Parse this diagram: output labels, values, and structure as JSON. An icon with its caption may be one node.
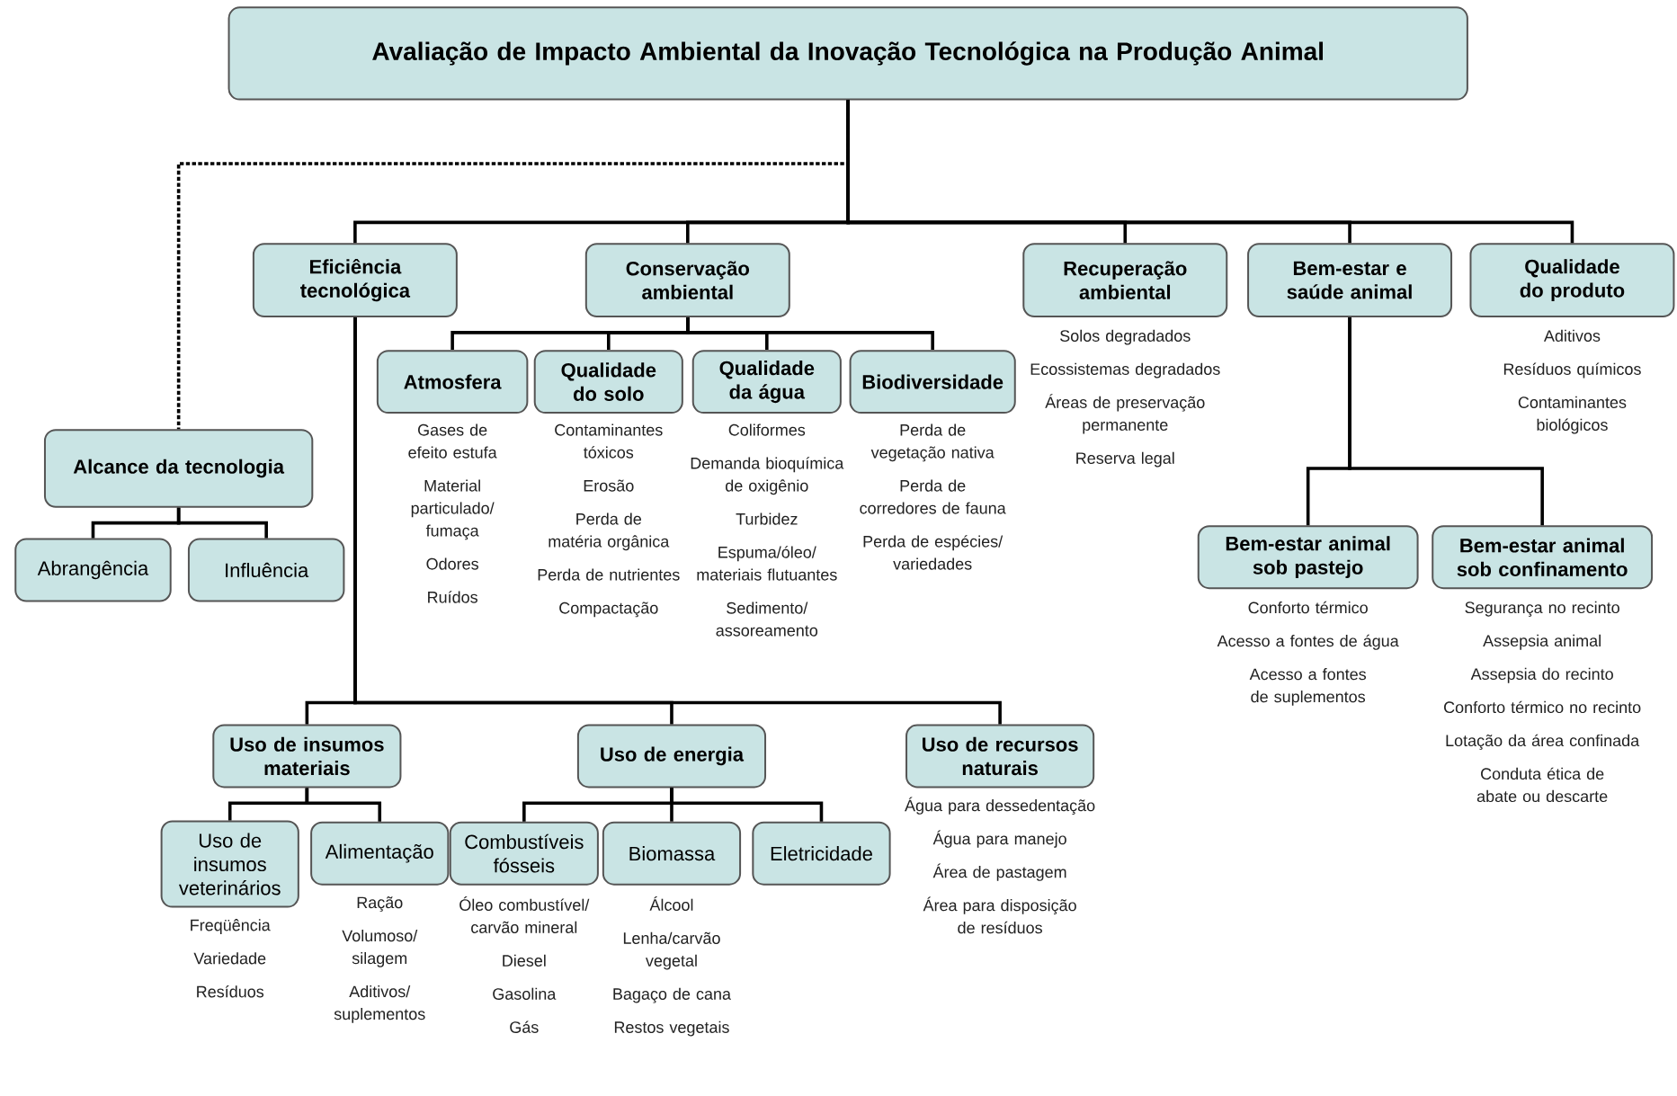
{
  "diagram": {
    "nodes": [
      {
        "text": [
          "Avaliação de Impacto Ambiental da Inovação Tecnológica na Produção Animal"
        ]
      },
      {
        "text": [
          "Eficiência tecnológica"
        ]
      },
      {
        "text": [
          "Conservação ambiental"
        ]
      },
      {
        "text": [
          "Recuperação ambiental"
        ],
        "beside": [
          "Solos degradados",
          "Ecossistemas degradados",
          "Áreas de preservação permanente",
          "Reserva legal"
        ]
      },
      {
        "text": [
          "Bem-estar e saúde animal"
        ]
      },
      {
        "text": [
          "Qualidade do produto"
        ],
        "beside": [
          "Aditivos",
          "Resíduos químicos",
          "Contaminantes biológicos"
        ]
      },
      {
        "text": [
          "Alcance da tecnologia"
        ]
      },
      {
        "text": [
          "Abrangência"
        ]
      },
      {
        "text": [
          "Influência"
        ]
      },
      {
        "text": [
          "Atmosfera"
        ],
        "beside": [
          "Gases de efeito estufa",
          "Material particulado/ fumaça",
          "Odores",
          "Ruídos"
        ]
      },
      {
        "text": [
          "Qualidade do solo"
        ],
        "beside": [
          "Contaminantes tóxicos",
          "Erosão",
          "Perda de matéria orgânica",
          "Perda de nutrientes",
          "Compactação"
        ]
      },
      {
        "text": [
          "Qualidade da água"
        ],
        "beside": [
          "Coliformes",
          "Demanda bioquímica de oxigênio",
          "Turbidez",
          "Espuma/óleo/ materiais flutuantes",
          "Sedimento/ assoreamento"
        ]
      },
      {
        "text": [
          "Biodiversidade"
        ],
        "beside": [
          "Perda de vegetação nativa",
          "Perda de corredores de fauna",
          "Perda de espécies/ variedades"
        ]
      },
      {
        "text": [
          "Bem-estar animal sob pastejo"
        ],
        "beside": [
          "Conforto térmico",
          "Acesso a fontes de água",
          "Acesso a fontes de suplementos"
        ]
      },
      {
        "text": [
          "Bem-estar animal sob confinamento"
        ],
        "beside": [
          "Segurança no recinto",
          "Assepsia animal",
          "Assepsia do recinto",
          "Conforto térmico no recinto",
          "Lotação da área confinada",
          "Conduta ética de abate ou descarte"
        ]
      },
      {
        "text": [
          "Uso de insumos materiais"
        ]
      },
      {
        "text": [
          "Uso de energia"
        ]
      },
      {
        "text": [
          "Uso de recursos naturais"
        ],
        "beside": [
          "Água para dessedentação",
          "Água para manejo",
          "Área de pastagem",
          "Área para disposição de resíduos"
        ]
      },
      {
        "text": [
          "Uso de insumos veterinários"
        ],
        "beside": [
          "Freqüência",
          "Variedade",
          "Resíduos"
        ]
      },
      {
        "text": [
          "Alimentação"
        ],
        "beside": [
          "Ração",
          "Volumoso/ silagem",
          "Aditivos/ suplementos"
        ]
      },
      {
        "text": [
          "Combustíveis fósseis"
        ],
        "beside": [
          "Óleo combustível/ carvão mineral",
          "Diesel",
          "Gasolina",
          "Gás"
        ]
      },
      {
        "text": [
          "Biomassa"
        ],
        "beside": [
          "Álcool",
          "Lenha/carvão vegetal",
          "Bagaço de cana",
          "Restos vegetais"
        ]
      },
      {
        "text": [
          "Eletricidade"
        ]
      }
    ],
    "edges": [
      {
        "from": 0,
        "to": 1,
        "arrow": "none"
      },
      {
        "from": 0,
        "to": 2,
        "arrow": "none"
      },
      {
        "from": 0,
        "to": 3,
        "arrow": "none"
      },
      {
        "from": 0,
        "to": 4,
        "arrow": "none"
      },
      {
        "from": 0,
        "to": 5,
        "arrow": "none"
      },
      {
        "from": 0,
        "to": 6,
        "arrow": "none",
        "style": "dashed"
      },
      {
        "from": 6,
        "to": 7,
        "arrow": "none"
      },
      {
        "from": 6,
        "to": 8,
        "arrow": "none"
      },
      {
        "from": 2,
        "to": 9,
        "arrow": "none"
      },
      {
        "from": 2,
        "to": 10,
        "arrow": "none"
      },
      {
        "from": 2,
        "to": 11,
        "arrow": "none"
      },
      {
        "from": 2,
        "to": 12,
        "arrow": "none"
      },
      {
        "from": 4,
        "to": 13,
        "arrow": "none"
      },
      {
        "from": 4,
        "to": 14,
        "arrow": "none"
      },
      {
        "from": 1,
        "to": 15,
        "arrow": "none"
      },
      {
        "from": 1,
        "to": 16,
        "arrow": "none"
      },
      {
        "from": 1,
        "to": 17,
        "arrow": "none"
      },
      {
        "from": 15,
        "to": 18,
        "arrow": "none"
      },
      {
        "from": 15,
        "to": 19,
        "arrow": "none"
      },
      {
        "from": 16,
        "to": 20,
        "arrow": "none"
      },
      {
        "from": 16,
        "to": 21,
        "arrow": "none"
      },
      {
        "from": 16,
        "to": 22,
        "arrow": "none"
      }
    ]
  }
}
